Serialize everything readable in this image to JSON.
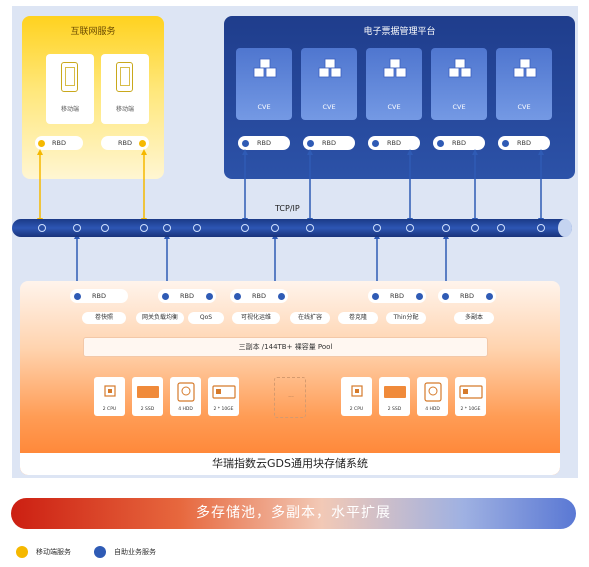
{
  "internet_services": {
    "title": "互联网服务",
    "devices": [
      {
        "label": "移动端"
      },
      {
        "label": "移动端"
      }
    ],
    "rbd": [
      "RBD",
      "RBD"
    ]
  },
  "platform": {
    "title": "电子票据管理平台",
    "cves": [
      {
        "label": "CVE"
      },
      {
        "label": "CVE"
      },
      {
        "label": "CVE"
      },
      {
        "label": "CVE"
      },
      {
        "label": "CVE"
      }
    ],
    "rbd": [
      "RBD",
      "RBD",
      "RBD",
      "RBD",
      "RBD"
    ]
  },
  "network": {
    "label": "TCP/IP"
  },
  "gds": {
    "rbd": [
      "RBD",
      "RBD",
      "RBD",
      "RBD",
      "RBD"
    ],
    "features": [
      "卷快照",
      "网关负载均衡",
      "QoS",
      "可视化运维",
      "在线扩容",
      "卷克隆",
      "Thin分配",
      "多副本"
    ],
    "pool": "三副本 /144TB+ 裸容量  Pool",
    "hw_left": [
      "2 CPU",
      "2 SSD",
      "4 HDD",
      "2 * 10GE"
    ],
    "hw_right": [
      "2 CPU",
      "2 SSD",
      "4 HDD",
      "2 * 10GE"
    ],
    "dash_label": "...",
    "title": "华瑞指数云GDS通用块存储系统"
  },
  "banner": "多存储池，多副本，水平扩展",
  "legend": [
    {
      "label": "移动端服务",
      "color": "#f5b800"
    },
    {
      "label": "自助业务服务",
      "color": "#2f5bb5"
    }
  ]
}
